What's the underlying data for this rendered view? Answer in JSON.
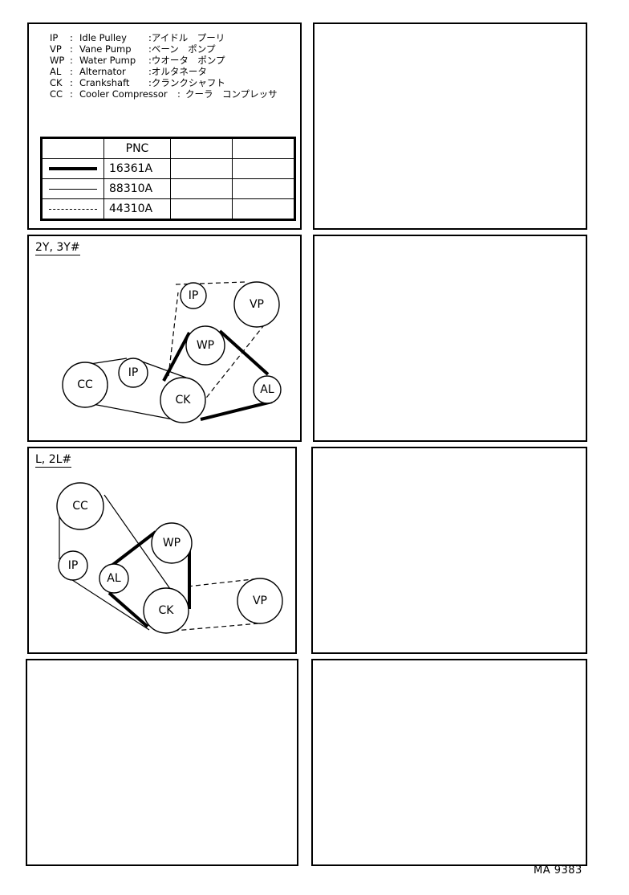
{
  "legend": [
    {
      "abbr": "IP",
      "english": "Idle Pulley",
      "japanese": "アイドル　プーリ"
    },
    {
      "abbr": "VP",
      "english": "Vane Pump",
      "japanese": "ベーン　ポンプ"
    },
    {
      "abbr": "WP",
      "english": "Water Pump",
      "japanese": "ウオータ　ポンプ"
    },
    {
      "abbr": "AL",
      "english": "Alternator",
      "japanese": "オルタネータ"
    },
    {
      "abbr": "CK",
      "english": "Crankshaft",
      "japanese": "クランクシャフト"
    },
    {
      "abbr": "CC",
      "english": "Cooler Compressor",
      "japanese": "クーラ　コンプレッサ"
    }
  ],
  "pnc_table": {
    "header": "PNC",
    "rows": [
      {
        "line_style": "solid-thick",
        "pnc": "16361A"
      },
      {
        "line_style": "solid-thin",
        "pnc": "88310A"
      },
      {
        "line_style": "dashed",
        "pnc": "44310A"
      }
    ]
  },
  "separator": ":",
  "diagram_a": {
    "engine_label": "2Y, 3Y#",
    "pulleys": {
      "ip_top": "IP",
      "vp": "VP",
      "wp": "WP",
      "cc": "CC",
      "ip_left": "IP",
      "ck": "CK",
      "al": "AL"
    }
  },
  "diagram_b": {
    "engine_label": "L, 2L#",
    "pulleys": {
      "cc": "CC",
      "wp": "WP",
      "ip": "IP",
      "al": "AL",
      "ck": "CK",
      "vp": "VP"
    }
  },
  "footer_code": "MA  9383"
}
